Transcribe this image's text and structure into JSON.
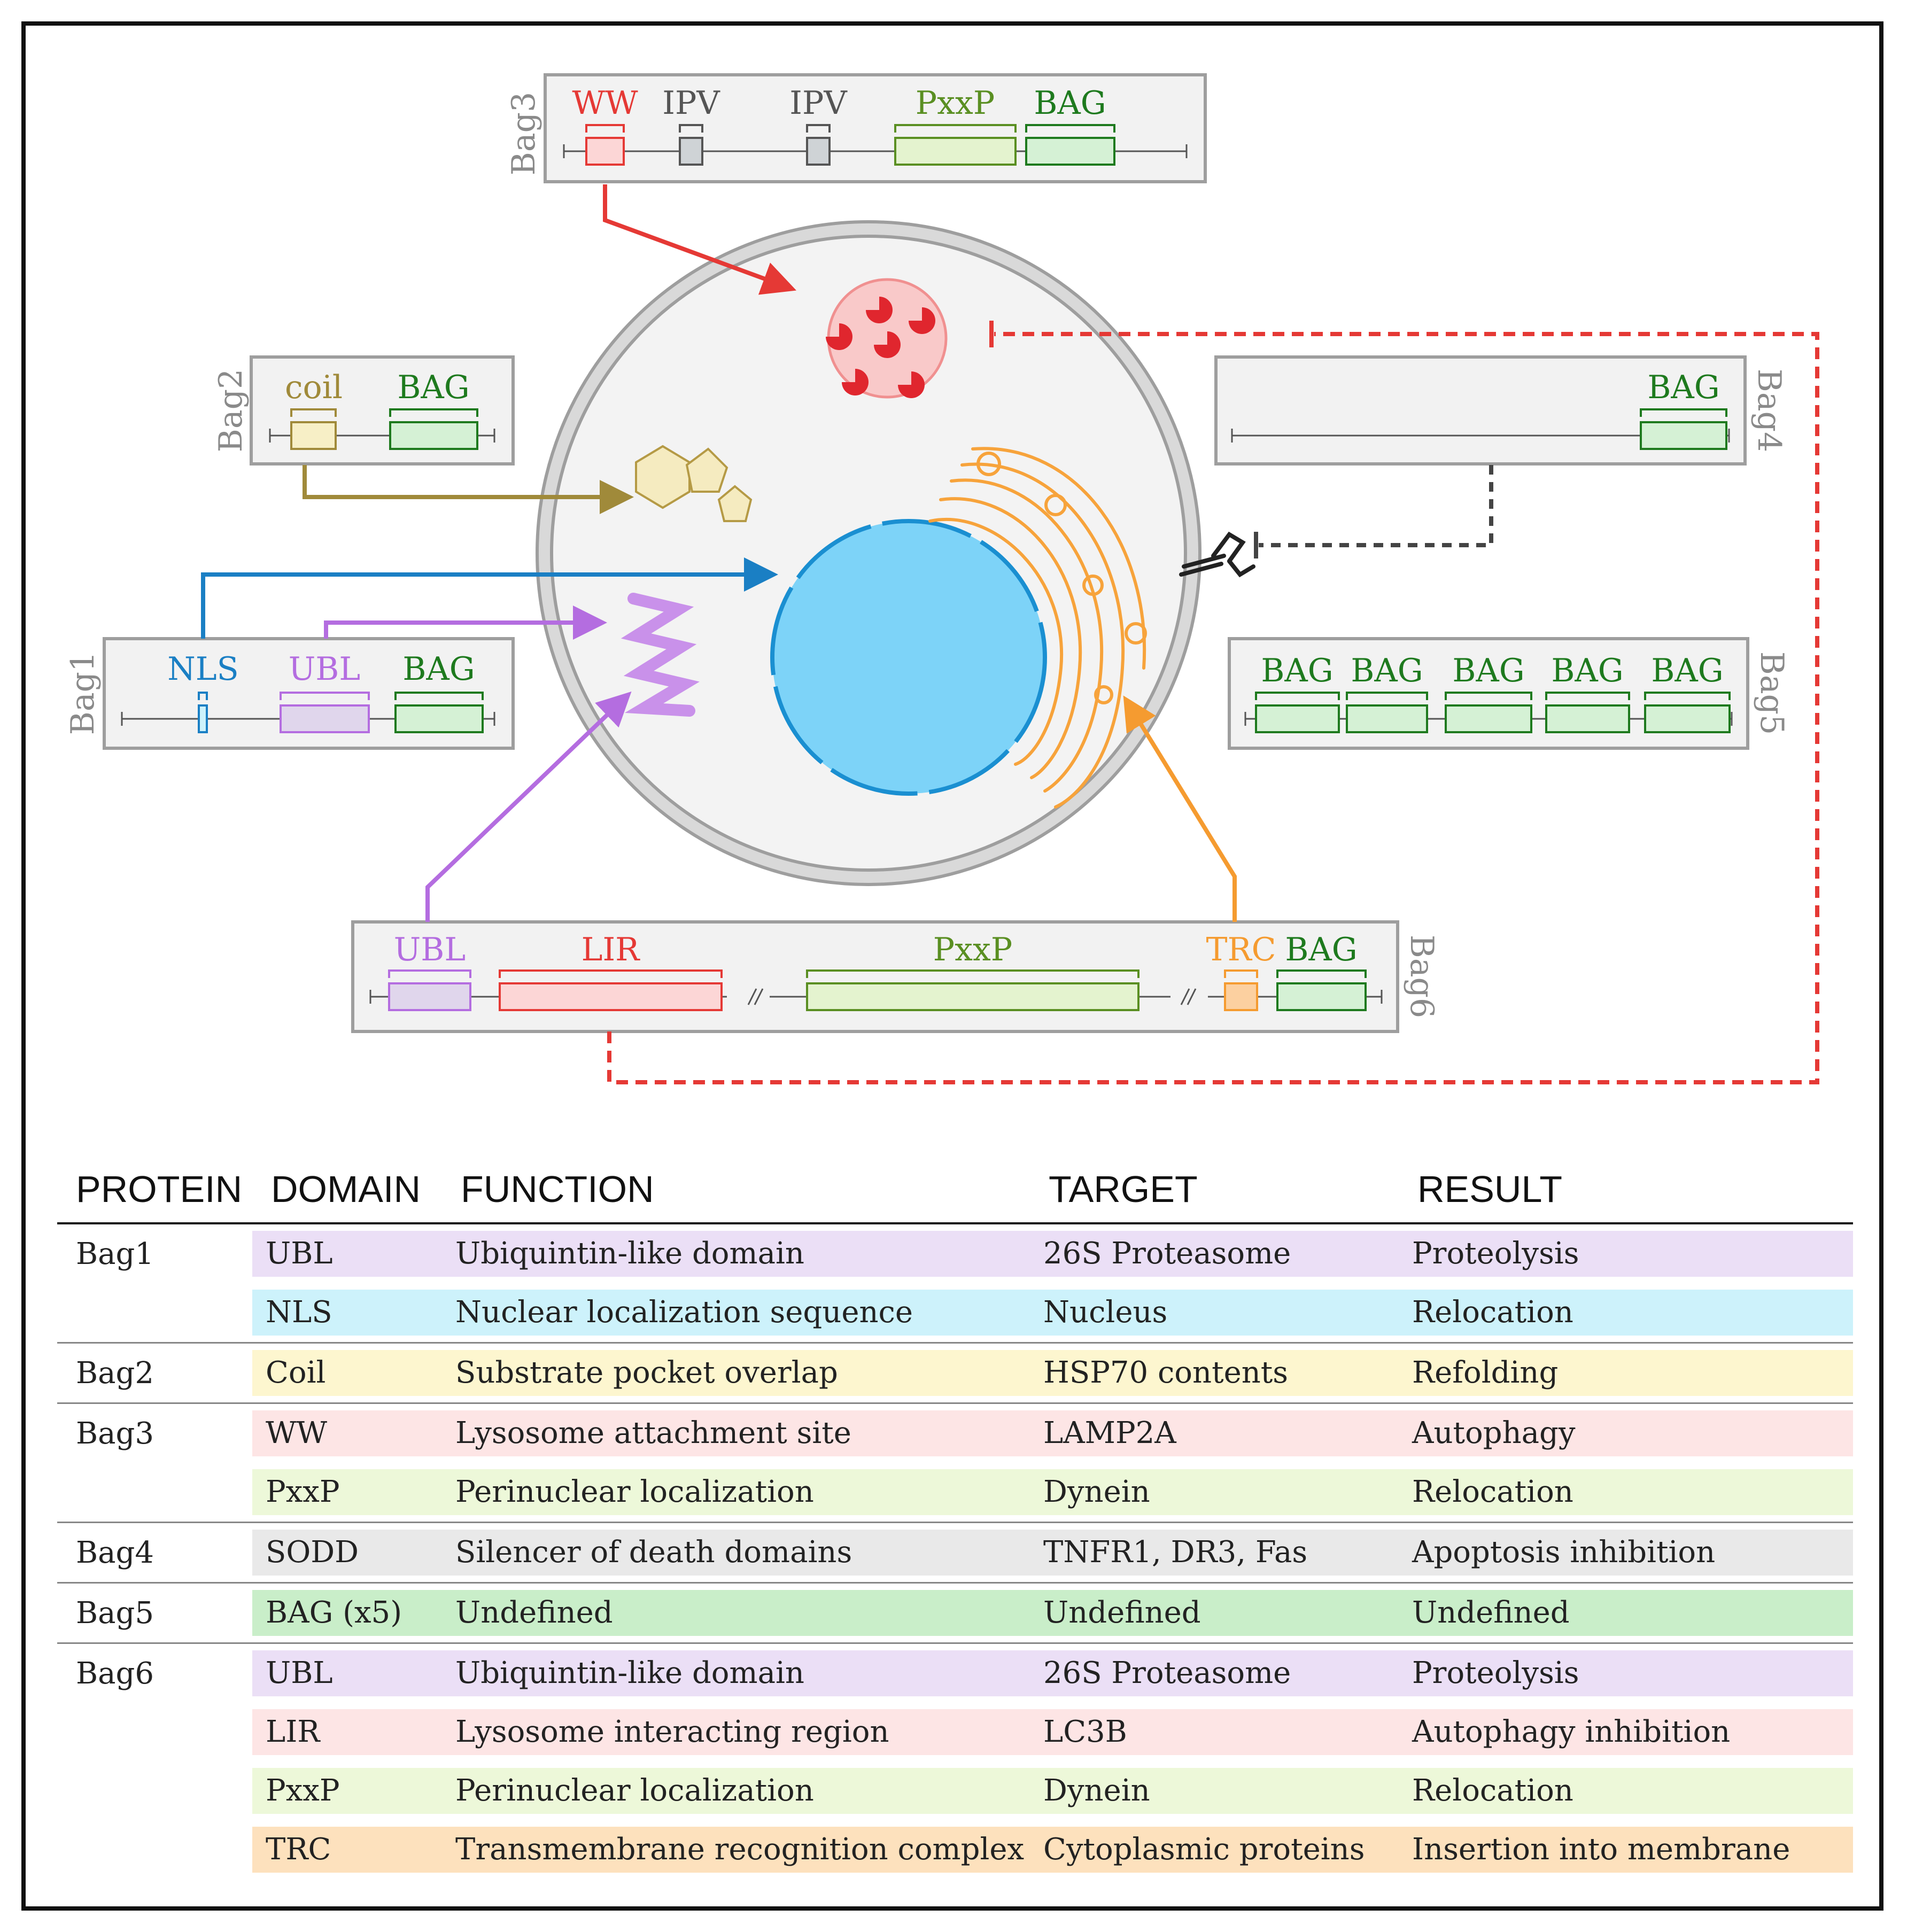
{
  "diagram": {
    "bag1": {
      "name": "Bag1",
      "domains": [
        "NLS",
        "UBL",
        "BAG"
      ]
    },
    "bag2": {
      "name": "Bag2",
      "domains": [
        "coil",
        "BAG"
      ]
    },
    "bag3": {
      "name": "Bag3",
      "domains": [
        "WW",
        "IPV",
        "IPV",
        "PxxP",
        "BAG"
      ]
    },
    "bag4": {
      "name": "Bag4",
      "domains": [
        "BAG"
      ]
    },
    "bag5": {
      "name": "Bag5",
      "domains": [
        "BAG",
        "BAG",
        "BAG",
        "BAG",
        "BAG"
      ]
    },
    "bag6": {
      "name": "Bag6",
      "domains": [
        "UBL",
        "LIR",
        "PxxP",
        "TRC",
        "BAG"
      ]
    }
  },
  "colors": {
    "ww": "#e53935",
    "ipv": "#555555",
    "pxxp": "#5a8f22",
    "bag": "#1e7a1e",
    "nls": "#1a7fc4",
    "ubl": "#b46de0",
    "coil": "#a08a3a",
    "trc": "#f59b30",
    "lir": "#e53935",
    "nucleus": "#7dd3f8",
    "er": "#f7a33b",
    "lysosome": "#f5b5b5"
  },
  "table": {
    "headers": [
      "PROTEIN",
      "DOMAIN",
      "FUNCTION",
      "TARGET",
      "RESULT"
    ],
    "rows": [
      {
        "protein": "Bag1",
        "domain": "UBL",
        "function": "Ubiquintin-like domain",
        "target": "26S Proteasome",
        "result": "Proteolysis",
        "color": "#ebdff6"
      },
      {
        "protein": "",
        "domain": "NLS",
        "function": "Nuclear localization sequence",
        "target": "Nucleus",
        "result": "Relocation",
        "color": "#cdf2fb"
      },
      {
        "protein": "Bag2",
        "domain": "Coil",
        "function": "Substrate pocket overlap",
        "target": "HSP70 contents",
        "result": "Refolding",
        "color": "#fdf6cf"
      },
      {
        "protein": "Bag3",
        "domain": "WW",
        "function": "Lysosome attachment site",
        "target": "LAMP2A",
        "result": "Autophagy",
        "color": "#fde5e5"
      },
      {
        "protein": "",
        "domain": "PxxP",
        "function": "Perinuclear localization",
        "target": "Dynein",
        "result": "Relocation",
        "color": "#edf8d9"
      },
      {
        "protein": "Bag4",
        "domain": "SODD",
        "function": "Silencer of death domains",
        "target": "TNFR1, DR3, Fas",
        "result": "Apoptosis inhibition",
        "color": "#e9e9e9"
      },
      {
        "protein": "Bag5",
        "domain": "BAG (x5)",
        "function": "Undefined",
        "target": "Undefined",
        "result": "Undefined",
        "color": "#c9eec9"
      },
      {
        "protein": "Bag6",
        "domain": "UBL",
        "function": "Ubiquintin-like domain",
        "target": "26S Proteasome",
        "result": "Proteolysis",
        "color": "#ebdff6"
      },
      {
        "protein": "",
        "domain": "LIR",
        "function": "Lysosome interacting region",
        "target": "LC3B",
        "result": "Autophagy inhibition",
        "color": "#fde5e5"
      },
      {
        "protein": "",
        "domain": "PxxP",
        "function": "Perinuclear localization",
        "target": "Dynein",
        "result": "Relocation",
        "color": "#edf8d9"
      },
      {
        "protein": "",
        "domain": "TRC",
        "function": "Transmembrane recognition complex",
        "target": "Cytoplasmic proteins",
        "result": "Insertion into membrane",
        "color": "#fde1bd"
      }
    ]
  }
}
